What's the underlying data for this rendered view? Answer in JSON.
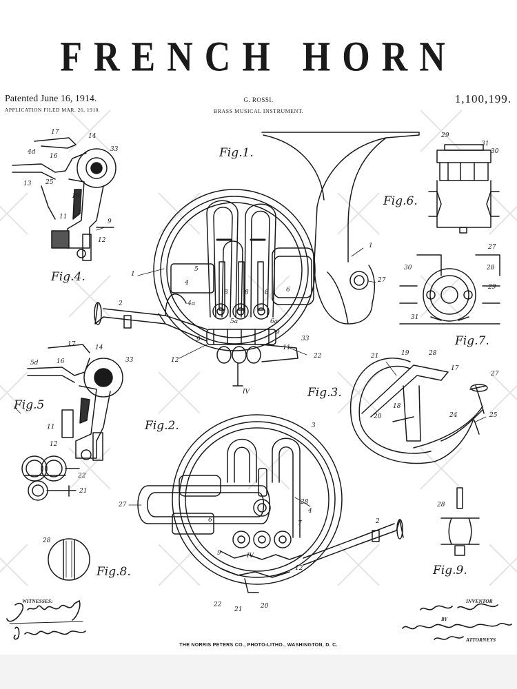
{
  "header": {
    "title": "FRENCH HORN",
    "patented": "Patented June 16, 1914.",
    "application_filed": "APPLICATION FILED MAR. 26, 1910.",
    "inventor_name": "G. ROSSI.",
    "invention": "BRASS MUSICAL INSTRUMENT.",
    "patent_number": "1,100,199."
  },
  "figures": {
    "fig1": "Fig.1.",
    "fig2": "Fig.2.",
    "fig3": "Fig.3.",
    "fig4": "Fig.4.",
    "fig5": "Fig.5",
    "fig6": "Fig.6.",
    "fig7": "Fig.7.",
    "fig8": "Fig.8.",
    "fig9": "Fig.9."
  },
  "labels": {
    "fig1": [
      "1",
      "1",
      "2",
      "27",
      "4",
      "5",
      "6",
      "8",
      "8",
      "8",
      "9",
      "9",
      "11",
      "12",
      "22",
      "33",
      "4a",
      "5a",
      "6a",
      "IV"
    ],
    "fig2": [
      "2",
      "3",
      "4",
      "6",
      "7",
      "9",
      "12",
      "20",
      "21",
      "22",
      "27",
      "28",
      "IV"
    ],
    "fig3": [
      "17",
      "18",
      "19",
      "20",
      "21",
      "24",
      "25",
      "27",
      "28"
    ],
    "fig4": [
      "4d",
      "9",
      "11",
      "12",
      "13",
      "14",
      "16",
      "17",
      "19",
      "25",
      "33"
    ],
    "fig5": [
      "5d",
      "11",
      "12",
      "14",
      "16",
      "17",
      "21",
      "22",
      "33"
    ],
    "fig6": [
      "29",
      "30",
      "31"
    ],
    "fig7": [
      "27",
      "28",
      "29",
      "30",
      "31"
    ],
    "fig8": [
      "28"
    ],
    "fig9": [
      "28"
    ]
  },
  "footer": {
    "witnesses_label": "WITNESSES:",
    "inventor_label": "INVENTOR",
    "by_label": "BY",
    "attorneys_label": "ATTORNEYS",
    "printer": "THE NORRIS PETERS CO., PHOTO-LITHO., WASHINGTON, D. C."
  },
  "colors": {
    "ink": "#1a1a1a",
    "paper": "#ffffff",
    "background": "#f3f3f3",
    "watermark": "#dcdcdc"
  }
}
